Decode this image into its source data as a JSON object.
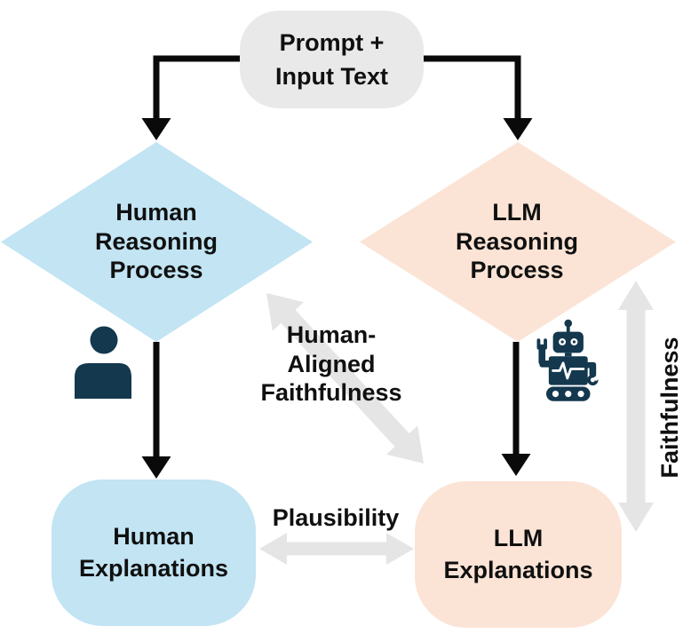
{
  "nodes": {
    "prompt": "Prompt +\nInput Text",
    "human_reasoning": "Human\nReasoning\nProcess",
    "llm_reasoning": "LLM\nReasoning\nProcess",
    "human_explanations": "Human\nExplanations",
    "llm_explanations": "LLM\nExplanations"
  },
  "edges": {
    "human_aligned_faithfulness": "Human-\nAligned\nFaithfulness",
    "plausibility": "Plausibility",
    "faithfulness": "Faithfulness"
  },
  "icons": {
    "human": "person-icon",
    "llm": "robot-icon"
  },
  "colors": {
    "human_fill": "#c2e4f3",
    "llm_fill": "#fbe4d6",
    "prompt_fill": "#e9e9e9",
    "gray_arrow": "#e5e5e5",
    "black_connector": "#0a0a0a",
    "icon_navy": "#14384e",
    "text": "#101010",
    "background": "#ffffff"
  }
}
